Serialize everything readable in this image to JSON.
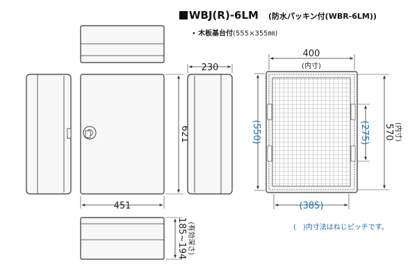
{
  "title": {
    "model": "WBJ(R)-6LM",
    "subtitle": "(防水パッキン付(WBR-6LM))"
  },
  "option": {
    "bullet": "•",
    "name": "木板基台付",
    "size": "(555×355㎜)"
  },
  "dimensions": {
    "front_width": "451",
    "height": "621",
    "depth": "230",
    "effective_depth": "185~194",
    "effective_depth_note": "(有効深さ)",
    "inner_width": "400",
    "inner_width_note": "(内寸)",
    "inner_height": "570",
    "inner_height_note": "(内寸)",
    "pitch_width": "(385)",
    "pitch_height_outer": "(550)",
    "pitch_height_inner": "(275)"
  },
  "note": "(　)内寸法はねじピッチです。",
  "colors": {
    "line": "#333333",
    "body": "#f7f7f7",
    "pitch_blue": "#1a6fb5"
  }
}
